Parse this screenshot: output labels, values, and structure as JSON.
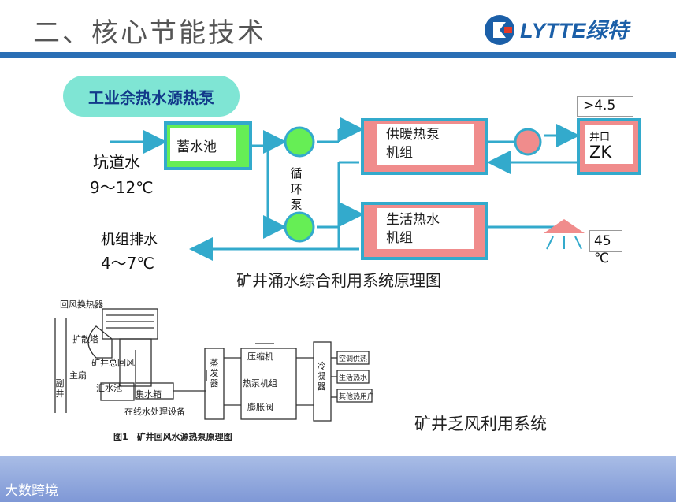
{
  "title": "二、核心节能技术",
  "logo": {
    "text": "LYTTE绿特",
    "brand_color": "#1b5fa8"
  },
  "colors": {
    "pipe": "#33aacc",
    "storage": "#66ee55",
    "unit": "#f08c8c",
    "pump": "#66ee55",
    "well_pump": "#f08c8c",
    "band": "#2a6fb5"
  },
  "diagram1": {
    "heading": "工业余热水源热泵",
    "storage_tank": "蓄水池",
    "heating_unit": "供暖热泵机组",
    "hot_water_unit": "生活热水机组",
    "pump_label": "循环泵",
    "tunnel_water": "坑道水",
    "tunnel_temp": "9～12℃",
    "unit_discharge": "机组排水",
    "discharge_temp": "4～7℃",
    "well": {
      "label": "井口",
      "code": "ZK"
    },
    "gt_label": ">4.5",
    "temp_45": "45",
    "temp_unit": "℃",
    "caption": "矿井涌水综合利用系统原理图"
  },
  "diagram2": {
    "heat_exchanger": "回风换热器",
    "diffuser": "扩散塔",
    "return_air": "矿井总回风",
    "main_fan": "主扇",
    "sub_shaft": "副井",
    "sump": "汇水池",
    "collector": "集水箱",
    "treatment": "在线水处理设备",
    "evaporator": "蒸发器",
    "compressor": "压缩机",
    "unit": "热泵机组",
    "expansion": "膨胀阀",
    "condenser": "冷凝器",
    "out1": "空调供热",
    "out2": "生活热水",
    "out3": "其他热用户",
    "figure_caption": "图1　矿井回风水源热泵原理图",
    "caption": "矿井乏风利用系统"
  },
  "watermark": "大数跨境"
}
